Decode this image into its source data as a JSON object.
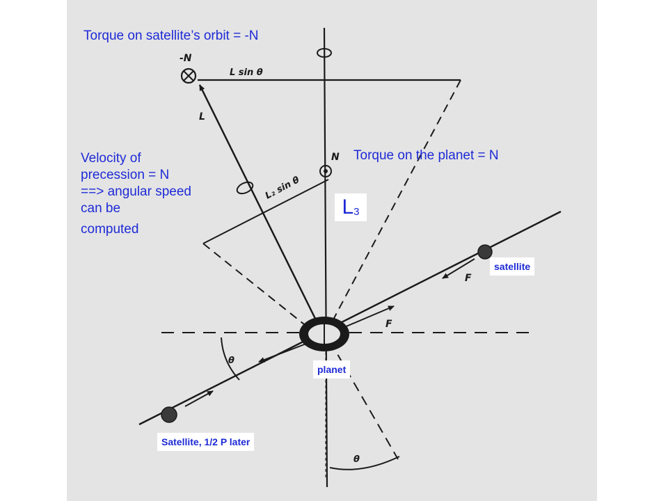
{
  "labels": {
    "torque_orbit": "Torque on satellite’s orbit = -N",
    "torque_planet": "Torque on the planet = N",
    "velocity_line1": "Velocity of",
    "velocity_line2": "precession = N",
    "velocity_line3": "==> angular speed",
    "velocity_line4": "can be",
    "velocity_line5": "computed",
    "L3_main": "L",
    "L3_sub": "3",
    "satellite": "satellite",
    "planet": "planet",
    "satellite_later": "Satellite, 1/2 P later"
  },
  "sketch_labels": {
    "minus_N": "-N",
    "N": "N",
    "L": "L",
    "L_sin_theta": "L sin θ",
    "L2_sin_theta": "L₂ sin θ",
    "F_upper": "F",
    "F_lower": "F",
    "theta_left": "θ",
    "theta_bottom": "θ"
  },
  "colors": {
    "label_text": "#1e2ad6",
    "scan_background": "#e4e4e4",
    "ink": "#1a1a1a"
  }
}
